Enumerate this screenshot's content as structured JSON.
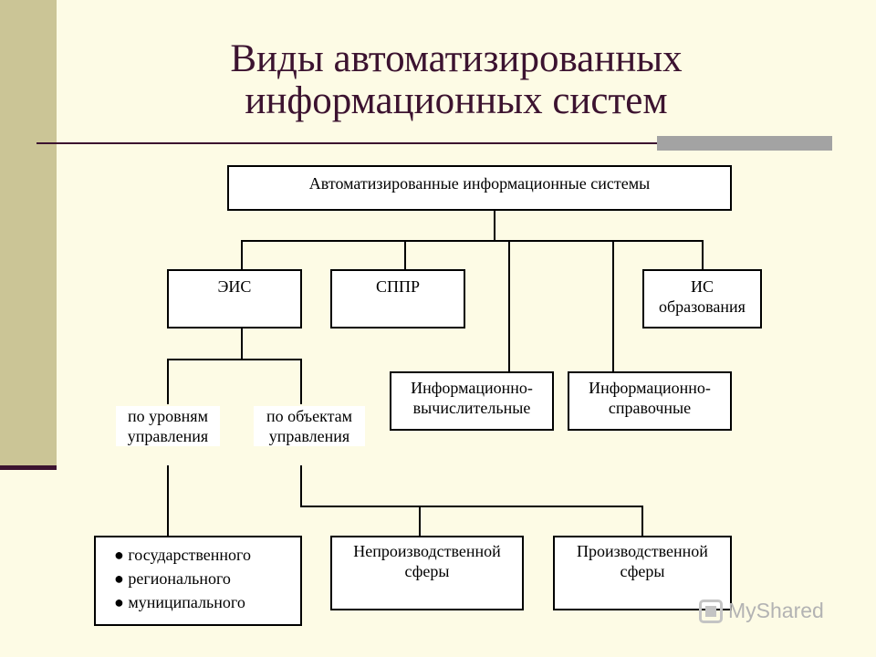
{
  "slide": {
    "title": "Виды автоматизированных информационных систем"
  },
  "diagram": {
    "root": "Автоматизированные информационные системы",
    "eis": "ЭИС",
    "sppr": "СППР",
    "is_edu": "ИС образования",
    "info_calc": "Информационно-вычислительные",
    "info_ref": "Информационно-справочные",
    "by_levels": "по уровням управления",
    "by_objects": "по объектам управления",
    "levels_list": [
      "государственного",
      "регионального",
      "муниципального"
    ],
    "nonproduction": "Непроизводственной сферы",
    "production": "Производственной сферы"
  },
  "watermark": {
    "text": "MyShared",
    "icon": "myshared-logo-icon"
  },
  "colors": {
    "background": "#fdfbe5",
    "sidebar": "#cbc596",
    "title": "#3c1330",
    "rule_grey": "#a3a3a3"
  }
}
